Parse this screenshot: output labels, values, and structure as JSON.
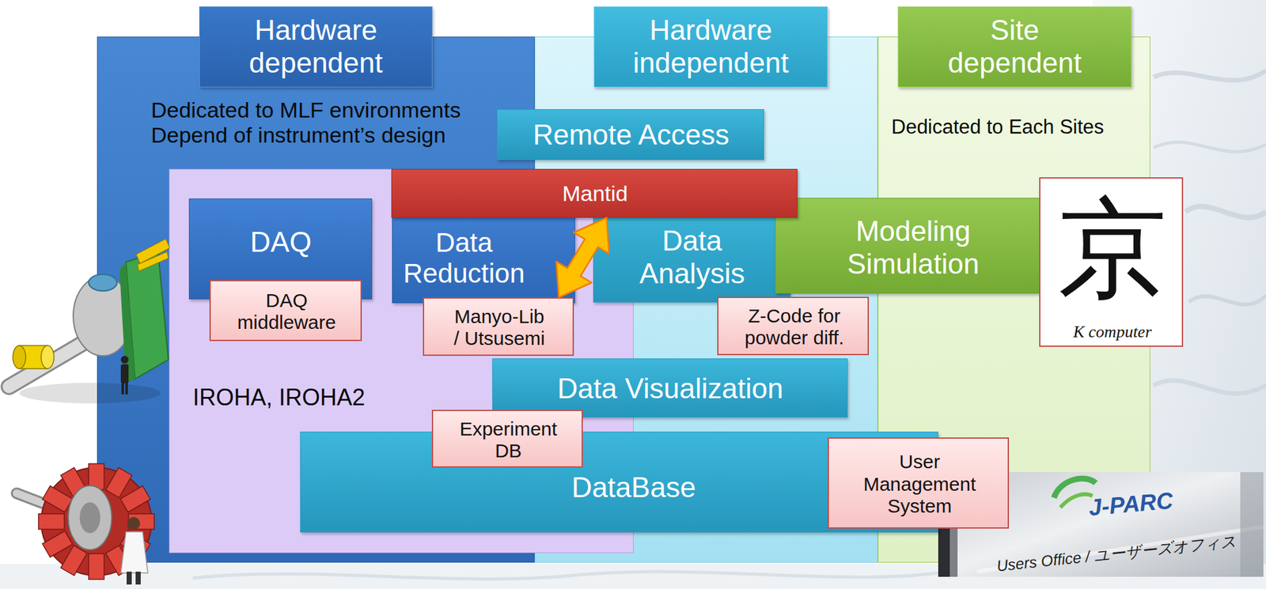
{
  "diagram": {
    "nodes": [
      {
        "text": [
          "Hardware dependent",
          "Dedicated to MLF environments Depend of instrument’s design"
        ]
      },
      {
        "text": [
          "Hardware independent"
        ]
      },
      {
        "text": [
          "Site dependent",
          "Dedicated to Each Sites"
        ]
      },
      {
        "text": [
          "IROHA, IROHA2"
        ]
      },
      {
        "text": [
          "Remote Access"
        ]
      },
      {
        "text": [
          "Mantid"
        ]
      },
      {
        "text": [
          "DAQ"
        ],
        "in": 3
      },
      {
        "text": [
          "DAQ middleware"
        ],
        "in": 3
      },
      {
        "text": [
          "Data Reduction"
        ],
        "in": 3
      },
      {
        "text": [
          "Manyo-Lib / Utsusemi"
        ],
        "in": 3
      },
      {
        "text": [
          "Data Analysis"
        ]
      },
      {
        "text": [
          "Modeling Simulation"
        ]
      },
      {
        "text": [
          "Z-Code for powder diff."
        ]
      },
      {
        "text": [
          "Data Visualization"
        ]
      },
      {
        "text": [
          "Experiment DB"
        ]
      },
      {
        "text": [
          "DataBase"
        ]
      },
      {
        "text": [
          "User Management System"
        ]
      },
      {
        "text": [
          "京",
          "K computer"
        ]
      }
    ],
    "edges": [
      {
        "from": 5,
        "to": 9,
        "arrow": "both"
      }
    ],
    "labels": [
      "J-PARC",
      "Users Office / ユーザーズオフィス"
    ]
  }
}
